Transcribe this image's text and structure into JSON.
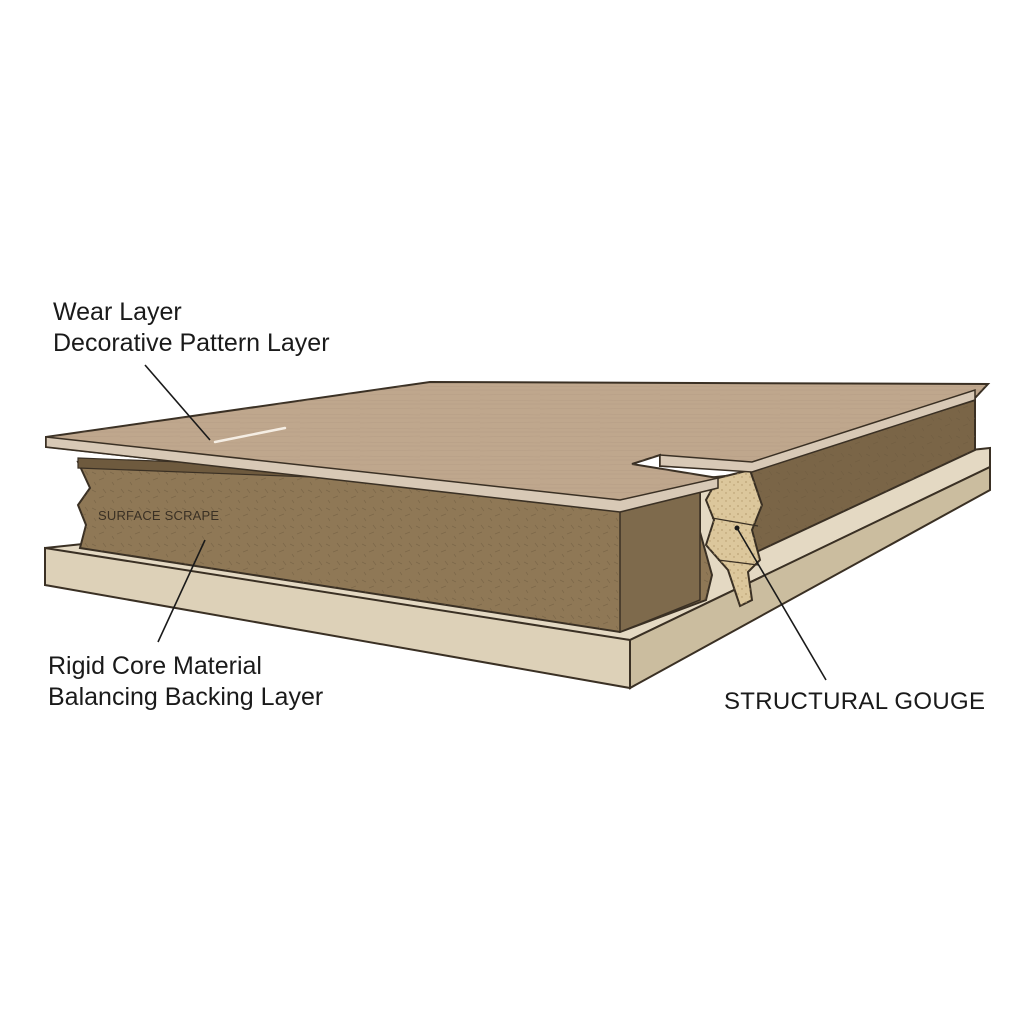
{
  "labels": {
    "wear_layer": "Wear Layer",
    "decorative_layer": "Decorative Pattern Layer",
    "surface_scrape": "SURFACE SCRAPE",
    "rigid_core": "Rigid Core Material",
    "backing_layer": "Balancing Backing Layer",
    "structural_gouge": "STRUCTURAL GOUGE"
  },
  "colors": {
    "top_surface": "#bfa78d",
    "wear_edge": "#d8c9b6",
    "core": "#8f7856",
    "core_dark": "#7a6547",
    "backing": "#e4d9c3",
    "backing_shadow": "#cbbd9f",
    "gouge_fill": "#dcc79c",
    "outline": "#3a3024"
  }
}
